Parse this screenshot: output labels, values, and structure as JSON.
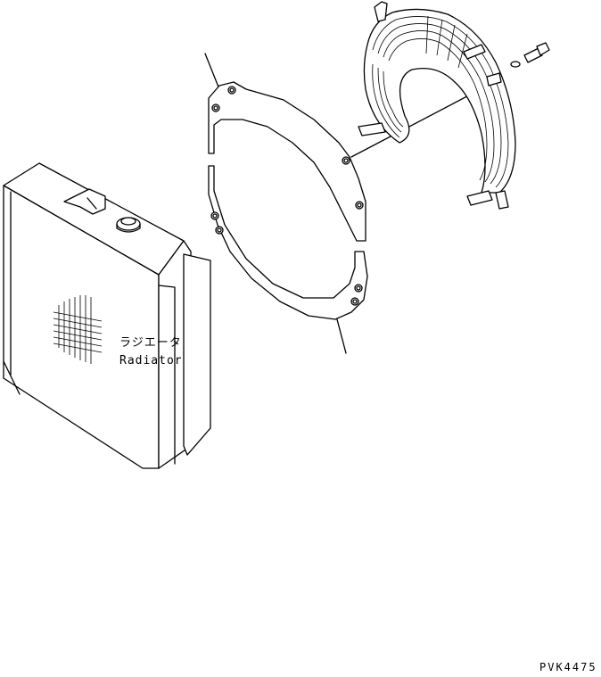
{
  "labels": {
    "radiator_jp": "ラジエータ",
    "radiator_en": "Radiator",
    "drawing_code": "PVK4475"
  },
  "colors": {
    "ink": "#000000",
    "paper": "#ffffff"
  }
}
